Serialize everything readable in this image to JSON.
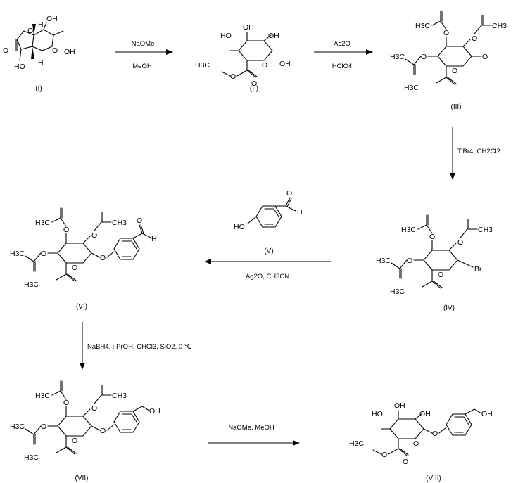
{
  "compounds": [
    {
      "id": "I",
      "label": "(I)",
      "atoms": {
        "o1": "O",
        "o2": "O",
        "oh_top": "OH",
        "oh_right": "OH",
        "ho": "HO",
        "h_top": "H",
        "h_bot": "H",
        "o_carbonyl": "O"
      }
    },
    {
      "id": "II",
      "label": "(II)",
      "atoms": {
        "ho_left": "HO",
        "oh_top": "OH",
        "oh_right": "OH",
        "oh_anomeric": "OH",
        "o_ring": "O",
        "o_ester": "O",
        "o_carbonyl": "O",
        "ch3": "H3C"
      }
    },
    {
      "id": "III",
      "label": "(III)",
      "atoms": {
        "o_ring": "O",
        "ch3": "H3C",
        "ac": "O",
        "me": "CH3"
      }
    },
    {
      "id": "IV",
      "label": "(IV)",
      "atoms": {
        "o_ring": "O",
        "br": "Br",
        "ch3": "H3C",
        "ac": "O",
        "me": "CH3"
      }
    },
    {
      "id": "V",
      "label": "(V)",
      "atoms": {
        "ho": "HO",
        "h": "H",
        "o": "O"
      }
    },
    {
      "id": "VI",
      "label": "(VI)",
      "atoms": {
        "o_ring": "O",
        "o_link": "O",
        "ch3": "H3C",
        "ac": "O",
        "me": "CH3",
        "h": "H",
        "o": "O"
      }
    },
    {
      "id": "VII",
      "label": "(VII)",
      "atoms": {
        "o_ring": "O",
        "o_link": "O",
        "ch3": "H3C",
        "ac": "O",
        "me": "CH3",
        "oh": "OH"
      }
    },
    {
      "id": "VIII",
      "label": "(VIII)",
      "atoms": {
        "ho_left": "HO",
        "oh_top": "OH",
        "oh_right": "OH",
        "o_ring": "O",
        "o_link": "O",
        "ch3": "H3C",
        "o_ester": "O",
        "o_carbonyl": "O",
        "oh": "OH"
      }
    }
  ],
  "arrows": [
    {
      "id": "step1",
      "above": "NaOMe",
      "below": "MeOH"
    },
    {
      "id": "step2",
      "above": "Ac2O",
      "below": "HClO4"
    },
    {
      "id": "step3",
      "side": "TiBr4, CH2Cl2"
    },
    {
      "id": "step4",
      "below": "Ag2O, CH3CN"
    },
    {
      "id": "step5",
      "side": "NaBH4, i-PrOH, CHCl3, SiO2, 0 ℃"
    },
    {
      "id": "step6",
      "above": "NaOMe, MeOH"
    }
  ],
  "colors": {
    "ink": "#000000",
    "background": "#ffffff"
  }
}
